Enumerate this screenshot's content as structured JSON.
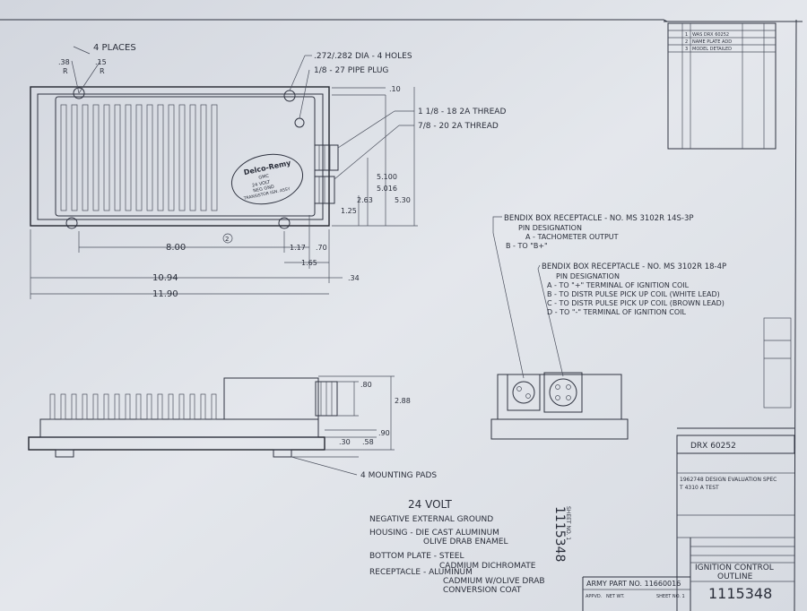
{
  "top_view": {
    "places_note": "4 PLACES",
    "radius_a": ".38",
    "radius_a_unit": "R",
    "radius_b": ".15",
    "radius_b_unit": "R",
    "holes_note": ".272/.282 DIA - 4 HOLES",
    "pipe_plug_note": "1/8 - 27 PIPE PLUG",
    "dim_top_offset": ".10",
    "thread_1": "1 1/8 - 18 2A THREAD",
    "thread_2": "7/8 - 20 2A THREAD",
    "dim_510": "5.100",
    "dim_5016": "5.016",
    "dim_530": "5.30",
    "dim_263": "2.63",
    "dim_125": "1.25",
    "dim_800": "8.00",
    "dim_117": "1.17",
    "dim_70": ".70",
    "dim_165": "1.65",
    "dim_1094": "10.94",
    "dim_34": ".34",
    "dim_1190": "11.90",
    "circle_note": "2"
  },
  "nameplate": {
    "brand": "Delco-Remy",
    "line_1": "GMC",
    "line_2": "24 VOLT",
    "line_3": "NEG GND",
    "line_4": "TRANSISTOR IGN. ASSY"
  },
  "side_view": {
    "dim_80": ".80",
    "dim_288": "2.88",
    "dim_90": ".90",
    "dim_30": ".30",
    "dim_58": ".58",
    "pads_note": "4 MOUNTING PADS"
  },
  "receptacle_1": {
    "title": "BENDIX BOX RECEPTACLE - NO. MS 3102R 14S-3P",
    "subtitle": "PIN DESIGNATION",
    "pins": [
      "A - TACHOMETER OUTPUT",
      "B - TO \"B+\""
    ]
  },
  "receptacle_2": {
    "title": "BENDIX BOX RECEPTACLE - NO. MS 3102R 18-4P",
    "subtitle": "PIN DESIGNATION",
    "pins": [
      "A - TO \"+\" TERMINAL OF IGNITION COIL",
      "B - TO DISTR PULSE PICK UP COIL (WHITE LEAD)",
      "C - TO DISTR PULSE PICK UP COIL (BROWN LEAD)",
      "D - TO \"-\" TERMINAL OF IGNITION COIL"
    ]
  },
  "notes": {
    "voltage": "24 VOLT",
    "ground": "NEGATIVE EXTERNAL GROUND",
    "housing_1": "HOUSING - DIE CAST ALUMINUM",
    "housing_2": "OLIVE DRAB ENAMEL",
    "bottom_1": "BOTTOM PLATE - STEEL",
    "bottom_2": "CADMIUM DICHROMATE",
    "recept_1": "RECEPTACLE - ALUMINUM",
    "recept_2": "CADMIUM W/OLIVE DRAB",
    "recept_3": "CONVERSION COAT"
  },
  "revision_block": {
    "rows": [
      {
        "ltr": "1",
        "desc": "WAS DRX 60252",
        "date": ""
      },
      {
        "ltr": "2",
        "desc": "NAME PLATE ADD",
        "date": ""
      },
      {
        "ltr": "3",
        "desc": "MODEL DETAILED",
        "date": ""
      }
    ]
  },
  "title_block": {
    "drawing_ref": "DRX 60252",
    "spec_line_1": "1962748 DESIGN EVALUATION SPEC",
    "spec_line_2": "T 4310 A TEST",
    "title_1": "IGNITION CONTROL",
    "title_2": "OUTLINE",
    "number": "1115348",
    "army_part": "ARMY PART NO. 11660016",
    "sheet": "SHEET NO. 1",
    "side_number": "1115348",
    "side_sheet": "SHEET NO. 1",
    "approved": "APPVD.",
    "net_wt": "NET WT."
  }
}
